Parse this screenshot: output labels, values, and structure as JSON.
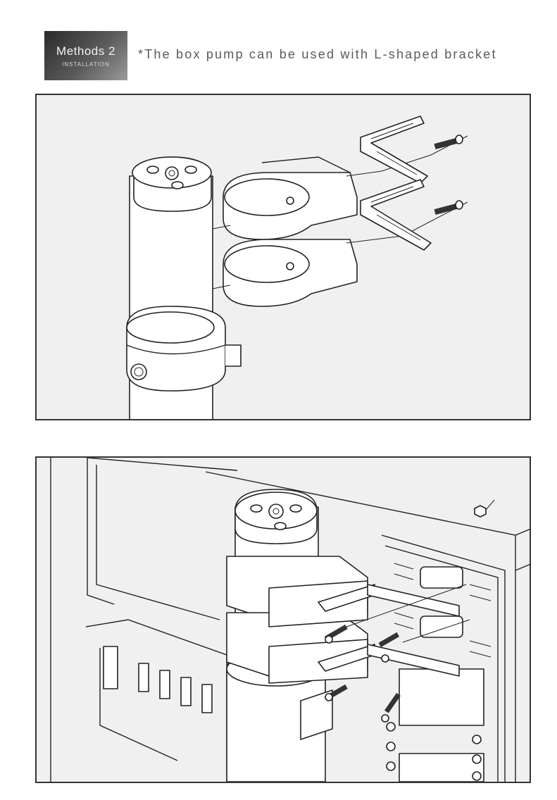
{
  "header": {
    "badge_title": "Methods 2",
    "badge_subtitle": "INSTALLATION",
    "caption": "*The box pump can be used with L-shaped bracket"
  },
  "figures": [
    {
      "icon": "exploded-pump-bracket-illustration"
    },
    {
      "icon": "pump-mounted-in-case-illustration"
    }
  ]
}
